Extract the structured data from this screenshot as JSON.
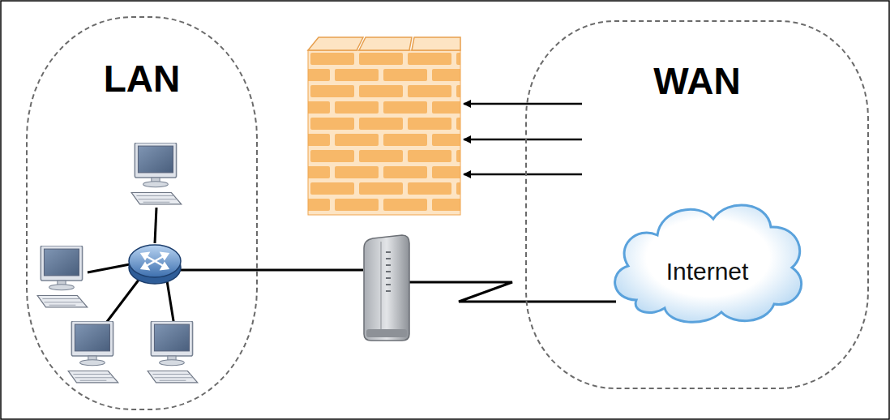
{
  "diagram": {
    "nodes": [
      {
        "text": [
          "LAN"
        ]
      },
      {
        "text": [
          "WAN"
        ]
      },
      {
        "text": [
          "Internet"
        ],
        "in": 1
      }
    ]
  }
}
